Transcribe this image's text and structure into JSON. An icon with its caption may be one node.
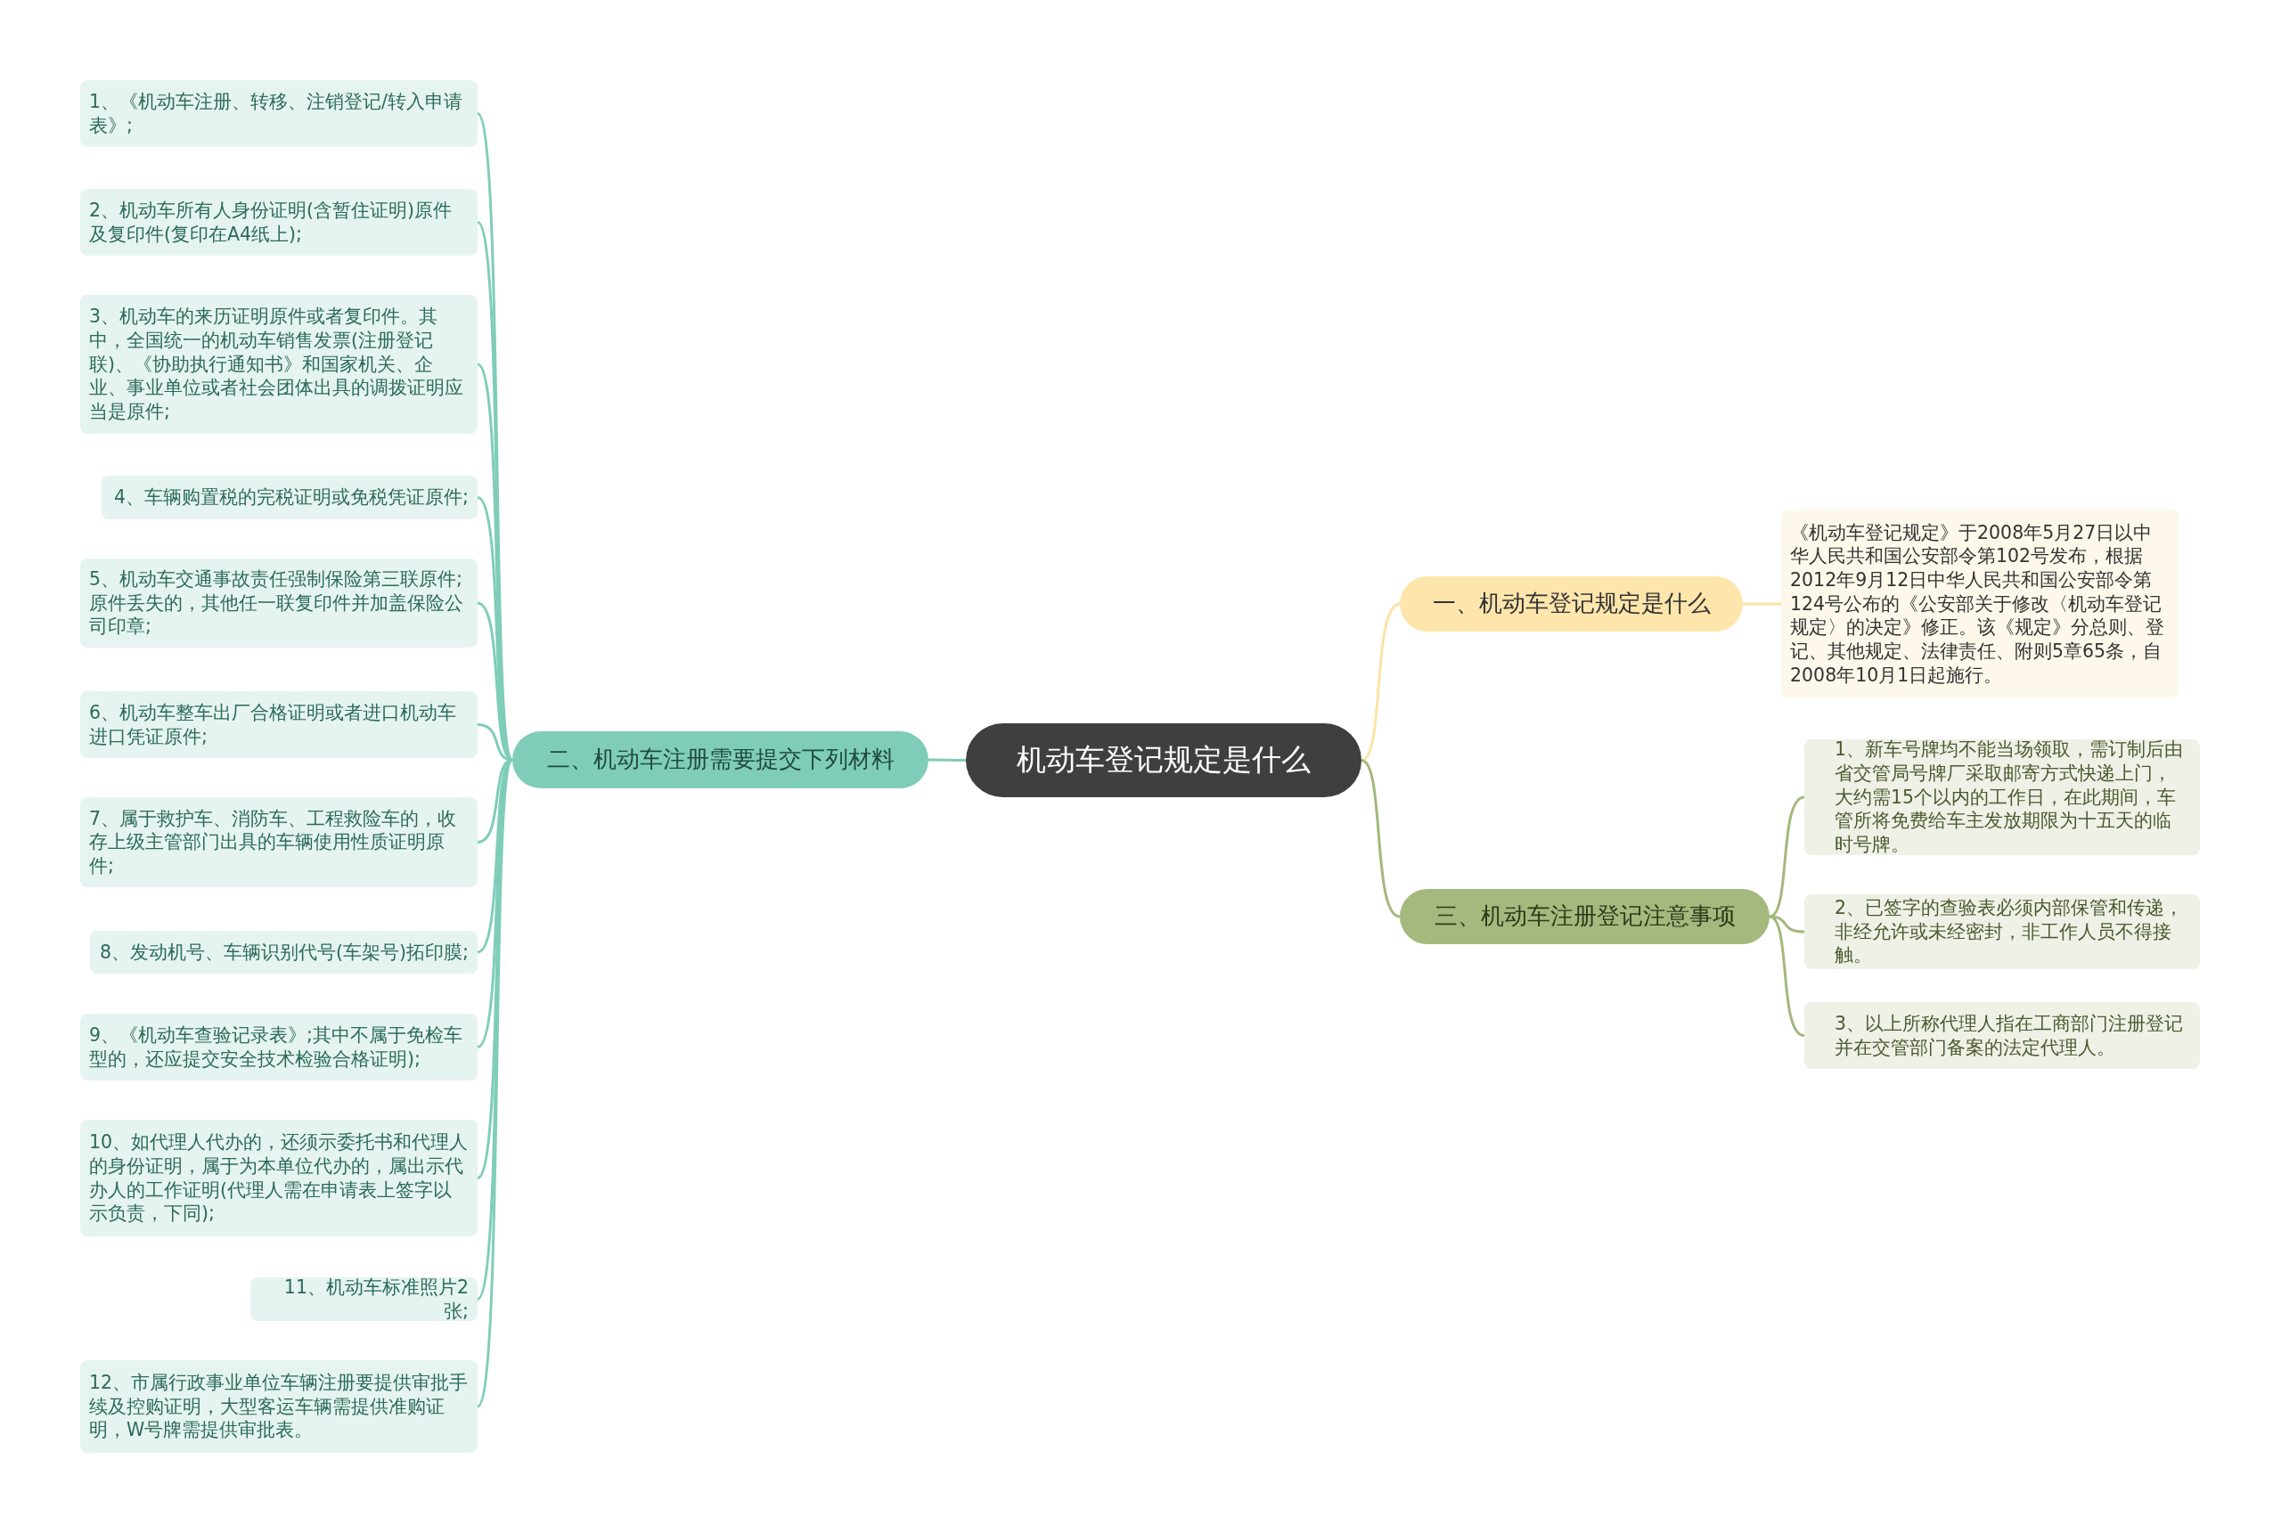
{
  "diagram": {
    "nodes": [
      {
        "text": [
          "机动车登记规定是什么"
        ]
      },
      {
        "text": [
          "一、机动车登记规定是什么"
        ]
      },
      {
        "text": [
          "《机动车登记规定》于2008年5月27日以中华人民共和国公安部令第102号发布，根据2012年9月12日中华人民共和国公安部令第124号公布的《公安部关于修改〈机动车登记规定〉的决定》修正。该《规定》分总则、登记、其他规定、法律责任、附则5章65条，自2008年10月1日起施行。"
        ]
      },
      {
        "text": [
          "二、机动车注册需要提交下列材料"
        ]
      },
      {
        "text": [
          "1、《机动车注册、转移、注销登记/转入申请表》;"
        ]
      },
      {
        "text": [
          "2、机动车所有人身份证明(含暂住证明)原件及复印件(复印在A4纸上);"
        ]
      },
      {
        "text": [
          "3、机动车的来历证明原件或者复印件。其中，全国统一的机动车销售发票(注册登记联)、《协助执行通知书》和国家机关、企业、事业单位或者社会团体出具的调拨证明应当是原件;"
        ]
      },
      {
        "text": [
          "4、车辆购置税的完税证明或免税凭证原件;"
        ]
      },
      {
        "text": [
          "5、机动车交通事故责任强制保险第三联原件;原件丢失的，其他任一联复印件并加盖保险公司印章;"
        ]
      },
      {
        "text": [
          "6、机动车整车出厂合格证明或者进口机动车进口凭证原件;"
        ]
      },
      {
        "text": [
          "7、属于救护车、消防车、工程救险车的，收存上级主管部门出具的车辆使用性质证明原件;"
        ]
      },
      {
        "text": [
          "8、发动机号、车辆识别代号(车架号)拓印膜;"
        ]
      },
      {
        "text": [
          "9、《机动车查验记录表》;其中不属于免检车型的，还应提交安全技术检验合格证明);"
        ]
      },
      {
        "text": [
          "10、如代理人代办的，还须示委托书和代理人的身份证明，属于为本单位代办的，属出示代办人的工作证明(代理人需在申请表上签字以示负责，下同);"
        ]
      },
      {
        "text": [
          "11、机动车标准照片2张;"
        ]
      },
      {
        "text": [
          "12、市属行政事业单位车辆注册要提供审批手续及控购证明，大型客运车辆需提供准购证明，W号牌需提供审批表。"
        ]
      },
      {
        "text": [
          "三、机动车注册登记注意事项"
        ]
      },
      {
        "text": [
          "1、新车号牌均不能当场领取，需订制后由省交管局号牌厂采取邮寄方式快递上门，大约需15个以内的工作日，在此期间，车管所将免费给车主发放期限为十五天的临时号牌。"
        ]
      },
      {
        "text": [
          "2、已签字的查验表必须内部保管和传递，非经允许或未经密封，非工作人员不得接触。"
        ]
      },
      {
        "text": [
          "3、以上所称代理人指在工商部门注册登记并在交管部门备案的法定代理人。"
        ]
      }
    ],
    "edges": [
      {
        "from": 0,
        "to": 1,
        "arrow": "none",
        "color": "#fbe3a5"
      },
      {
        "from": 1,
        "to": 2,
        "arrow": "none",
        "color": "#fbe3a5"
      },
      {
        "from": 0,
        "to": 3,
        "arrow": "none"
      },
      {
        "from": 3,
        "to": 4,
        "arrow": "none"
      },
      {
        "from": 3,
        "to": 5,
        "arrow": "none"
      },
      {
        "from": 3,
        "to": 6,
        "arrow": "none"
      },
      {
        "from": 3,
        "to": 7,
        "arrow": "none"
      },
      {
        "from": 3,
        "to": 8,
        "arrow": "none"
      },
      {
        "from": 3,
        "to": 9,
        "arrow": "none"
      },
      {
        "from": 3,
        "to": 10,
        "arrow": "none"
      },
      {
        "from": 3,
        "to": 11,
        "arrow": "none"
      },
      {
        "from": 3,
        "to": 12,
        "arrow": "none"
      },
      {
        "from": 3,
        "to": 13,
        "arrow": "none"
      },
      {
        "from": 3,
        "to": 14,
        "arrow": "none"
      },
      {
        "from": 3,
        "to": 15,
        "arrow": "none"
      },
      {
        "from": 0,
        "to": 16,
        "arrow": "none",
        "color": "#a3b87c"
      },
      {
        "from": 16,
        "to": 17,
        "arrow": "none",
        "color": "#a3b87c"
      },
      {
        "from": 16,
        "to": 18,
        "arrow": "none",
        "color": "#a3b87c"
      },
      {
        "from": 16,
        "to": 19,
        "arrow": "none",
        "color": "#a3b87c"
      }
    ]
  }
}
